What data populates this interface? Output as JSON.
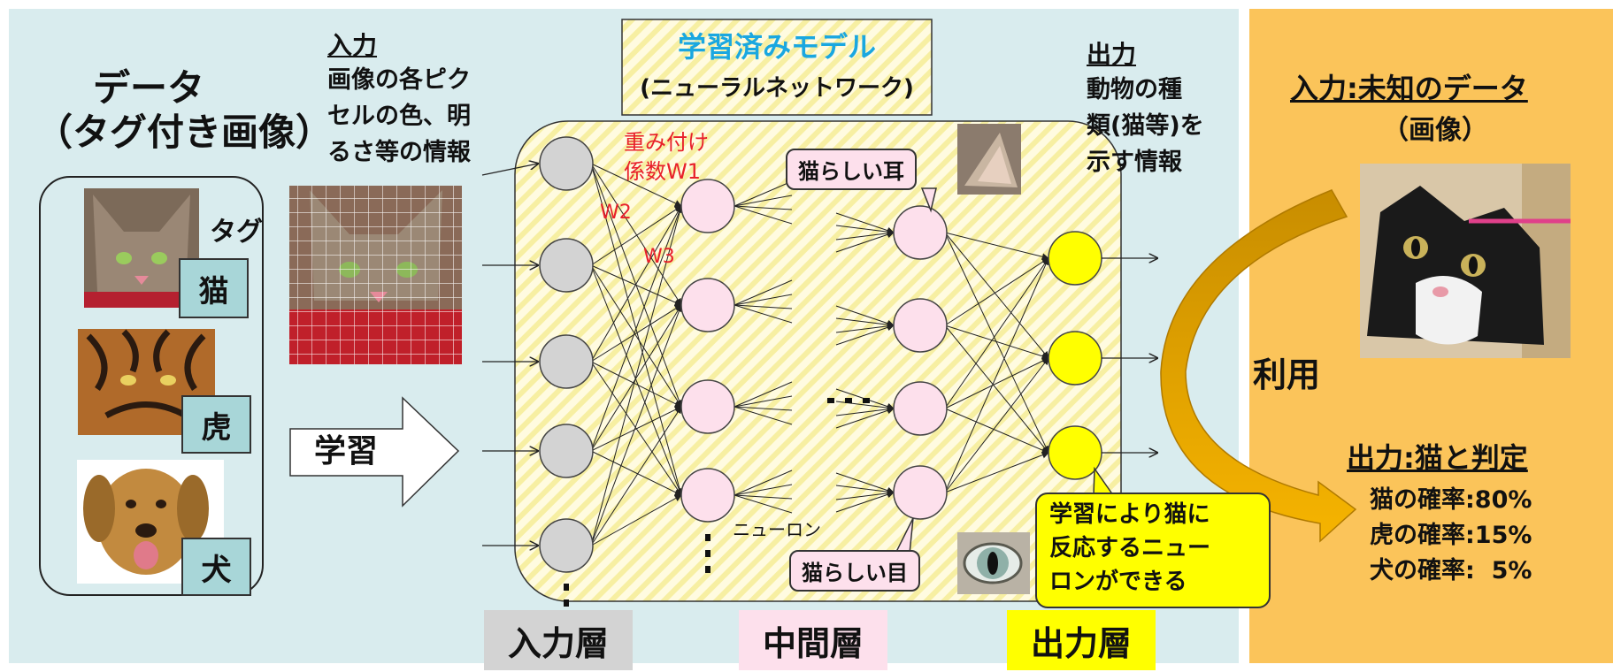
{
  "data_section": {
    "title_line1": "データ",
    "title_line2": "（タグ付き画像）",
    "tag_label": "タグ",
    "tags": [
      "猫",
      "虎",
      "犬"
    ]
  },
  "input_desc": {
    "heading": "入力",
    "lines": [
      "画像の各ピク",
      "セルの色、明",
      "るさ等の情報"
    ]
  },
  "learn_arrow_label": "学習",
  "model_box": {
    "title": "学習済みモデル",
    "subtitle": "(ニューラルネットワーク)"
  },
  "weights": {
    "w1_line1": "重み付け",
    "w1_line2": "係数W1",
    "w2": "W2",
    "w3": "W3"
  },
  "callouts": {
    "ear": "猫らしい耳",
    "eye": "猫らしい目"
  },
  "neuron_label": "ニューロン",
  "dots": "・・・",
  "output_desc": {
    "heading": "出力",
    "lines": [
      "動物の種",
      "類(猫等)を",
      "示す情報"
    ]
  },
  "learn_note": {
    "lines": [
      "学習により猫に",
      "反応するニュー",
      "ロンができる"
    ]
  },
  "layers": {
    "input": "入力層",
    "hidden": "中間層",
    "output": "出力層"
  },
  "right_panel": {
    "input_heading": "入力:未知のデータ",
    "input_sub": "（画像）",
    "use_label": "利用",
    "output_heading": "出力:猫と判定",
    "probabilities": [
      {
        "label": "猫の確率:80%"
      },
      {
        "label": "虎の確率:15%"
      },
      {
        "label": "犬の確率:  5%"
      }
    ]
  },
  "colors": {
    "left_bg": "#d9ecee",
    "right_bg": "#fbc45a",
    "input_node": "#d3d3d3",
    "hidden_node": "#fde0ec",
    "output_node": "#ffff00",
    "tag_bg": "#a8d6d8",
    "title_blue": "#1aa7e0",
    "weight_red": "#e8202a",
    "use_arrow": "#e8a400"
  },
  "icons": {
    "cat_photo": "cat-photo-icon",
    "tiger_photo": "tiger-photo-icon",
    "dog_photo": "dog-photo-icon",
    "unknown_cat_photo": "bw-cat-photo-icon"
  }
}
